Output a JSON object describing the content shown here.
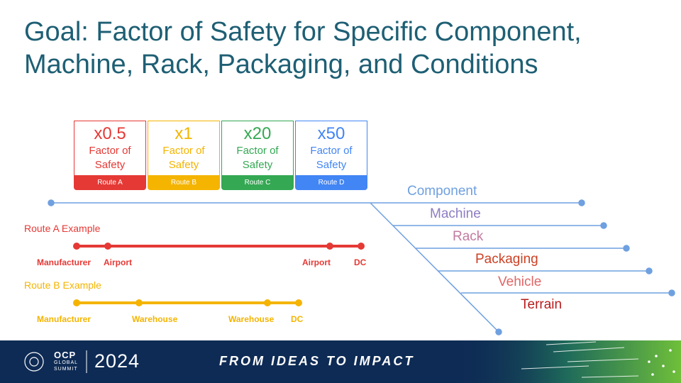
{
  "title": "Goal:  Factor of Safety for Specific Component, Machine, Rack, Packaging, and Conditions",
  "colors": {
    "title": "#1e5f74",
    "route_a": "#e53935",
    "route_b": "#f4b400",
    "route_c": "#34a853",
    "route_d": "#4285f4",
    "footer_bg": "#0e2b55"
  },
  "factors": [
    {
      "multiplier": "x0.5",
      "label": "Factor of Safety",
      "route": "Route A"
    },
    {
      "multiplier": "x1",
      "label": "Factor of Safety",
      "route": "Route B"
    },
    {
      "multiplier": "x20",
      "label": "Factor of Safety",
      "route": "Route C"
    },
    {
      "multiplier": "x50",
      "label": "Factor of Safety",
      "route": "Route D"
    }
  ],
  "route_a_example": {
    "title": "Route A Example",
    "stops": [
      "Manufacturer",
      "Airport",
      "Airport",
      "DC"
    ]
  },
  "route_b_example": {
    "title": "Route B Example",
    "stops": [
      "Manufacturer",
      "Warehouse",
      "Warehouse",
      "DC"
    ]
  },
  "branches": [
    "Component",
    "Machine",
    "Rack",
    "Packaging",
    "Vehicle",
    "Terrain"
  ],
  "footer": {
    "logo_main": "OCP",
    "logo_line1": "GLOBAL",
    "logo_line2": "SUMMIT",
    "year": "2024",
    "tagline": "FROM IDEAS TO IMPACT"
  }
}
